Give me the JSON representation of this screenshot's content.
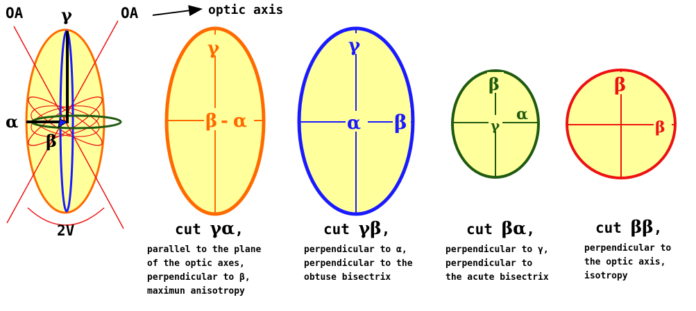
{
  "labels": {
    "oa_left": "OA",
    "oa_right": "OA",
    "optic_axis": "optic axis",
    "two_v": "2V",
    "gamma": "γ",
    "alpha": "α",
    "beta": "β"
  },
  "colors": {
    "orange": "#ff6a00",
    "blue": "#1a1aff",
    "green": "#1f5a10",
    "red": "#ee1111",
    "fill": "#ffff9c",
    "black": "#000000"
  },
  "cuts": [
    {
      "title_prefix": "cut ",
      "title_greek": "γα",
      "title_suffix": ",",
      "lines": [
        "parallel to the plane",
        "of the optic axes,",
        "perpendicular to β,",
        "maximun anisotropy"
      ]
    },
    {
      "title_prefix": "cut ",
      "title_greek": "γβ",
      "title_suffix": ",",
      "lines": [
        "perpendicular to α,",
        "perpendicular to the",
        "obtuse bisectrix"
      ]
    },
    {
      "title_prefix": "cut ",
      "title_greek": "βα",
      "title_suffix": ",",
      "lines": [
        "perpendicular to γ,",
        "perpendicular to",
        "the acute bisectrix"
      ]
    },
    {
      "title_prefix": "cut ",
      "title_greek": "ββ",
      "title_suffix": ",",
      "lines": [
        "perpendicular to",
        "the optic axis,",
        "isotropy"
      ]
    }
  ]
}
